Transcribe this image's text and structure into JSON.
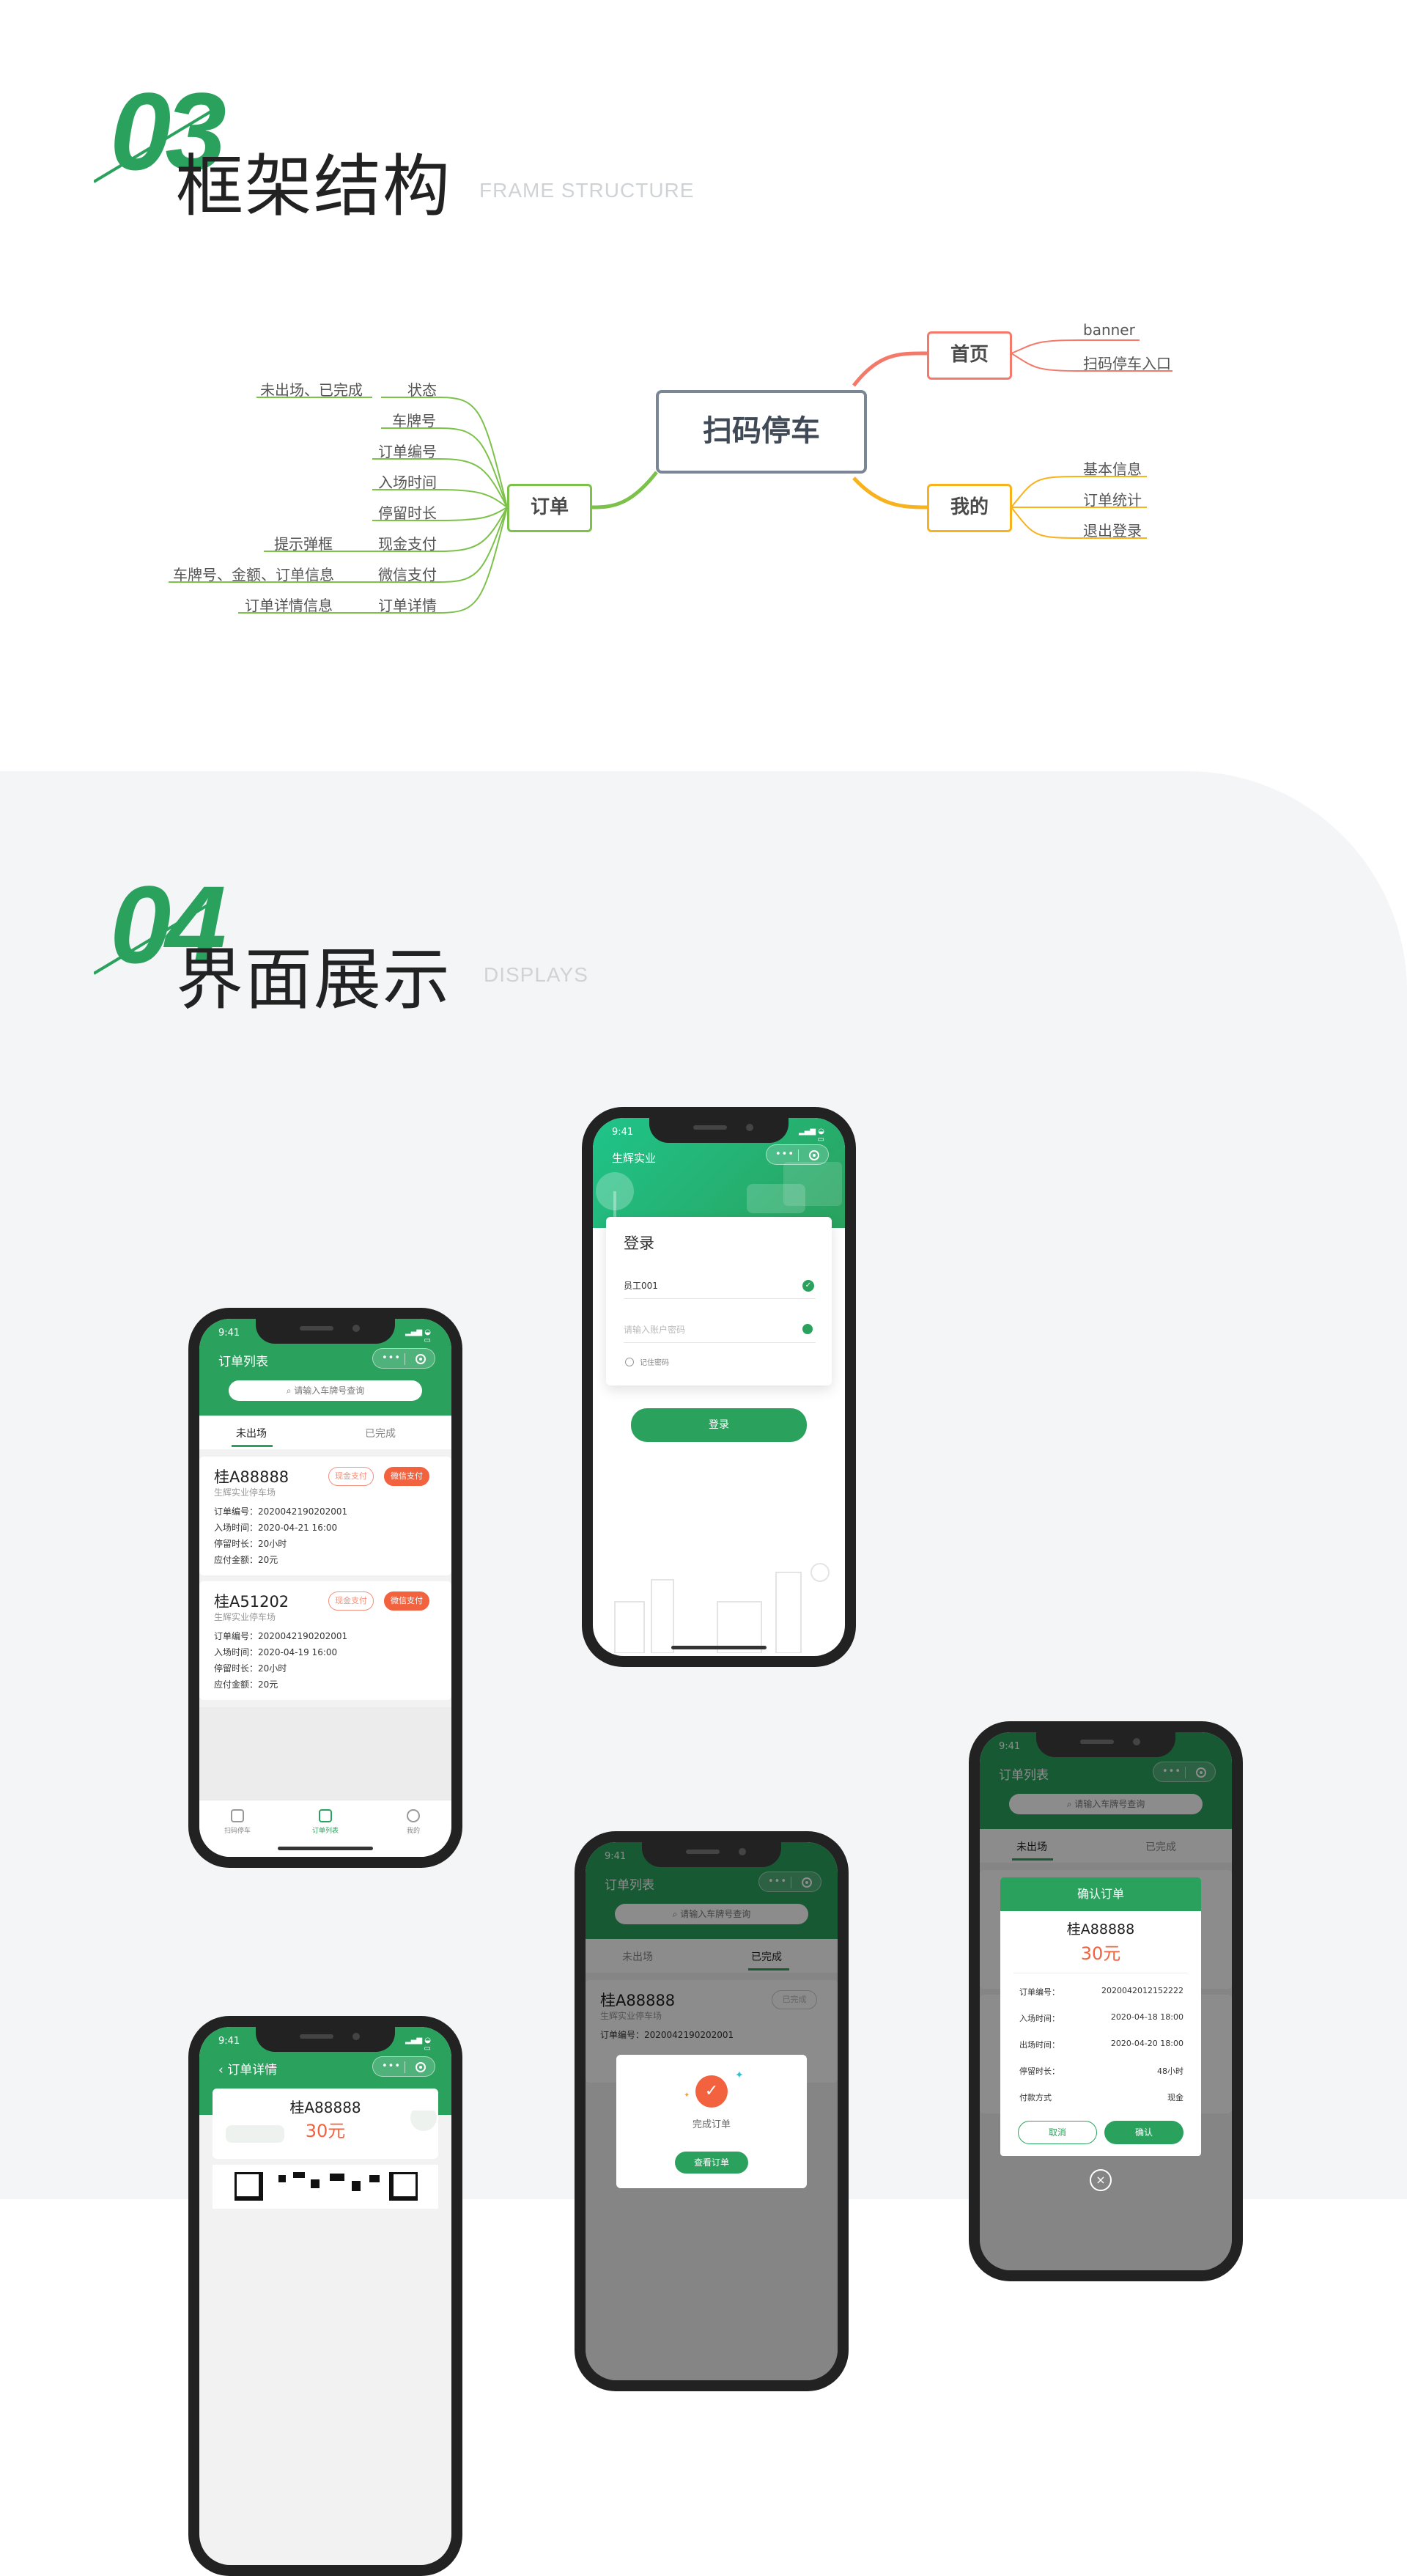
{
  "section3": {
    "number": "03",
    "title": "框架结构",
    "subtitle": "FRAME STRUCTURE"
  },
  "section4": {
    "number": "04",
    "title": "界面展示",
    "subtitle": "DISPLAYS"
  },
  "mindmap": {
    "root": "扫码停车",
    "home": {
      "label": "首页",
      "children": [
        "banner",
        "扫码停车入口"
      ]
    },
    "mine": {
      "label": "我的",
      "children": [
        "基本信息",
        "订单统计",
        "退出登录"
      ]
    },
    "order": {
      "label": "订单",
      "children": [
        "状态",
        "车牌号",
        "订单编号",
        "入场时间",
        "停留时长",
        "现金支付",
        "微信支付",
        "订单详情"
      ]
    },
    "order_sub": {
      "status": "未出场、已完成",
      "cash": "提示弹框",
      "wechat": "车牌号、金额、订单信息",
      "detail": "订单详情信息"
    },
    "colors": {
      "home": "#f37a6b",
      "mine": "#f7b21e",
      "order": "#7cc24a",
      "root_border": "#7a8694"
    }
  },
  "phone_login": {
    "time": "9:41",
    "company": "生辉实业",
    "heading": "登录",
    "username": "员工001",
    "password_placeholder": "请输入账户密码",
    "remember": "记住密码",
    "login_button": "登录"
  },
  "phone_list": {
    "time": "9:41",
    "nav_title": "订单列表",
    "search_placeholder": "请输入车牌号查询",
    "tab_active": "未出场",
    "tab_other": "已完成",
    "cash_label": "现金支付",
    "wechat_label": "微信支付",
    "orders": [
      {
        "plate": "桂A88888",
        "lot": "生辉实业停车场",
        "no": "订单编号：2020042190202001",
        "in": "入场时间：2020-04-21  16:00",
        "stay": "停留时长：20小时",
        "amount": "应付金额：20元"
      },
      {
        "plate": "桂A51202",
        "lot": "生辉实业停车场",
        "no": "订单编号：2020042190202001",
        "in": "入场时间：2020-04-19  16:00",
        "stay": "停留时长：20小时",
        "amount": "应付金额：20元"
      }
    ],
    "footer": [
      "扫码停车",
      "订单列表",
      "我的"
    ]
  },
  "phone_detail": {
    "time": "9:41",
    "nav_title": "订单详情",
    "plate": "桂A88888",
    "amount": "30元"
  },
  "phone_done": {
    "time": "9:41",
    "nav_title": "订单列表",
    "search_placeholder": "请输入车牌号查询",
    "tab_other": "未出场",
    "tab_active": "已完成",
    "plate": "桂A88888",
    "lot": "生辉实业停车场",
    "no": "订单编号：2020042190202001",
    "badge": "已完成",
    "modal_text": "完成订单",
    "modal_button": "查看订单"
  },
  "phone_confirm": {
    "time": "9:41",
    "nav_title": "订单列表",
    "search_placeholder": "请输入车牌号查询",
    "tab_active": "未出场",
    "tab_other": "已完成",
    "modal_title": "确认订单",
    "plate": "桂A88888",
    "amount": "30元",
    "rows": [
      {
        "k": "订单编号：",
        "v": "2020042012152222"
      },
      {
        "k": "入场时间：",
        "v": "2020-04-18  18:00"
      },
      {
        "k": "出场时间：",
        "v": "2020-04-20  18:00"
      },
      {
        "k": "停留时长：",
        "v": "48小时"
      },
      {
        "k": "付款方式",
        "v": "现金"
      }
    ],
    "cancel": "取消",
    "confirm": "确认"
  }
}
